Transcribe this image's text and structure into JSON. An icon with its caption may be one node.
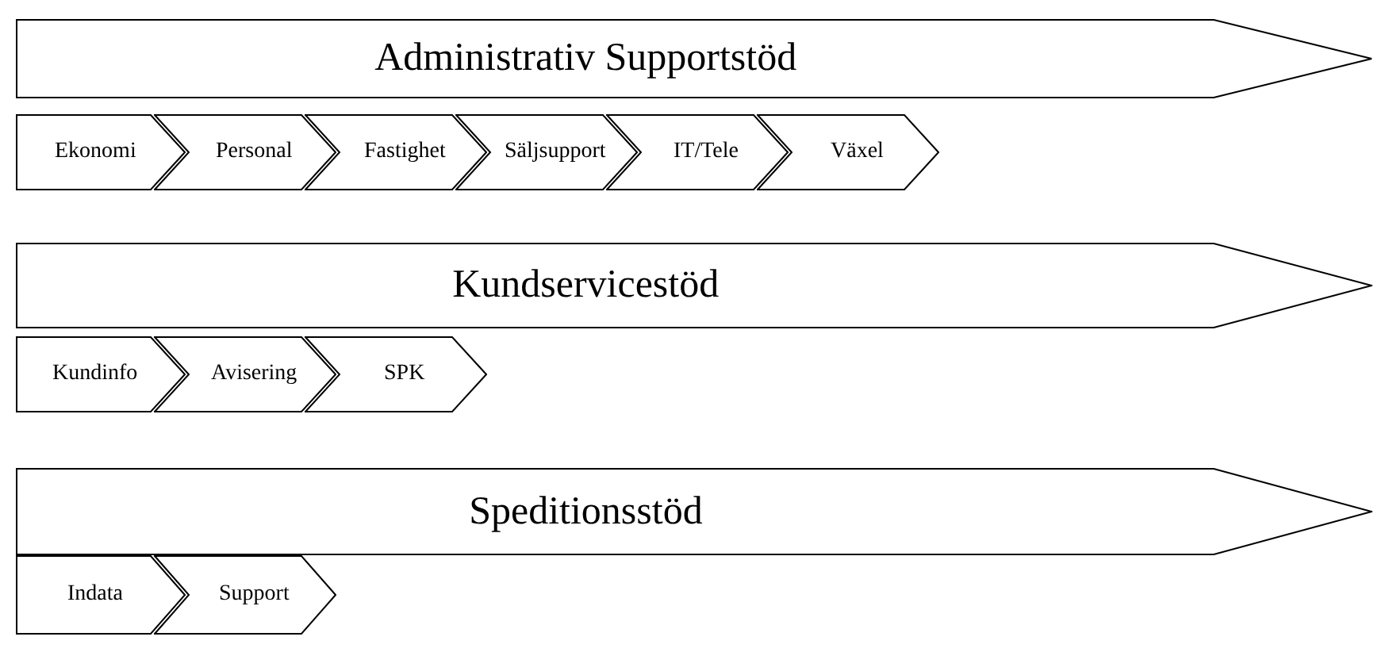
{
  "diagram": {
    "nodes": [
      {
        "text": [
          "Administrativ Supportstöd"
        ]
      },
      {
        "text": [
          "Ekonomi"
        ]
      },
      {
        "text": [
          "Personal"
        ]
      },
      {
        "text": [
          "Fastighet"
        ]
      },
      {
        "text": [
          "Säljsupport"
        ]
      },
      {
        "text": [
          "IT/Tele"
        ]
      },
      {
        "text": [
          "Växel"
        ]
      },
      {
        "text": [
          "Kundservicestöd"
        ]
      },
      {
        "text": [
          "Kundinfo"
        ]
      },
      {
        "text": [
          "Avisering"
        ]
      },
      {
        "text": [
          "SPK"
        ]
      },
      {
        "text": [
          "Speditionsstöd"
        ]
      },
      {
        "text": [
          "Indata"
        ]
      },
      {
        "text": [
          "Support"
        ]
      }
    ],
    "edges": []
  }
}
